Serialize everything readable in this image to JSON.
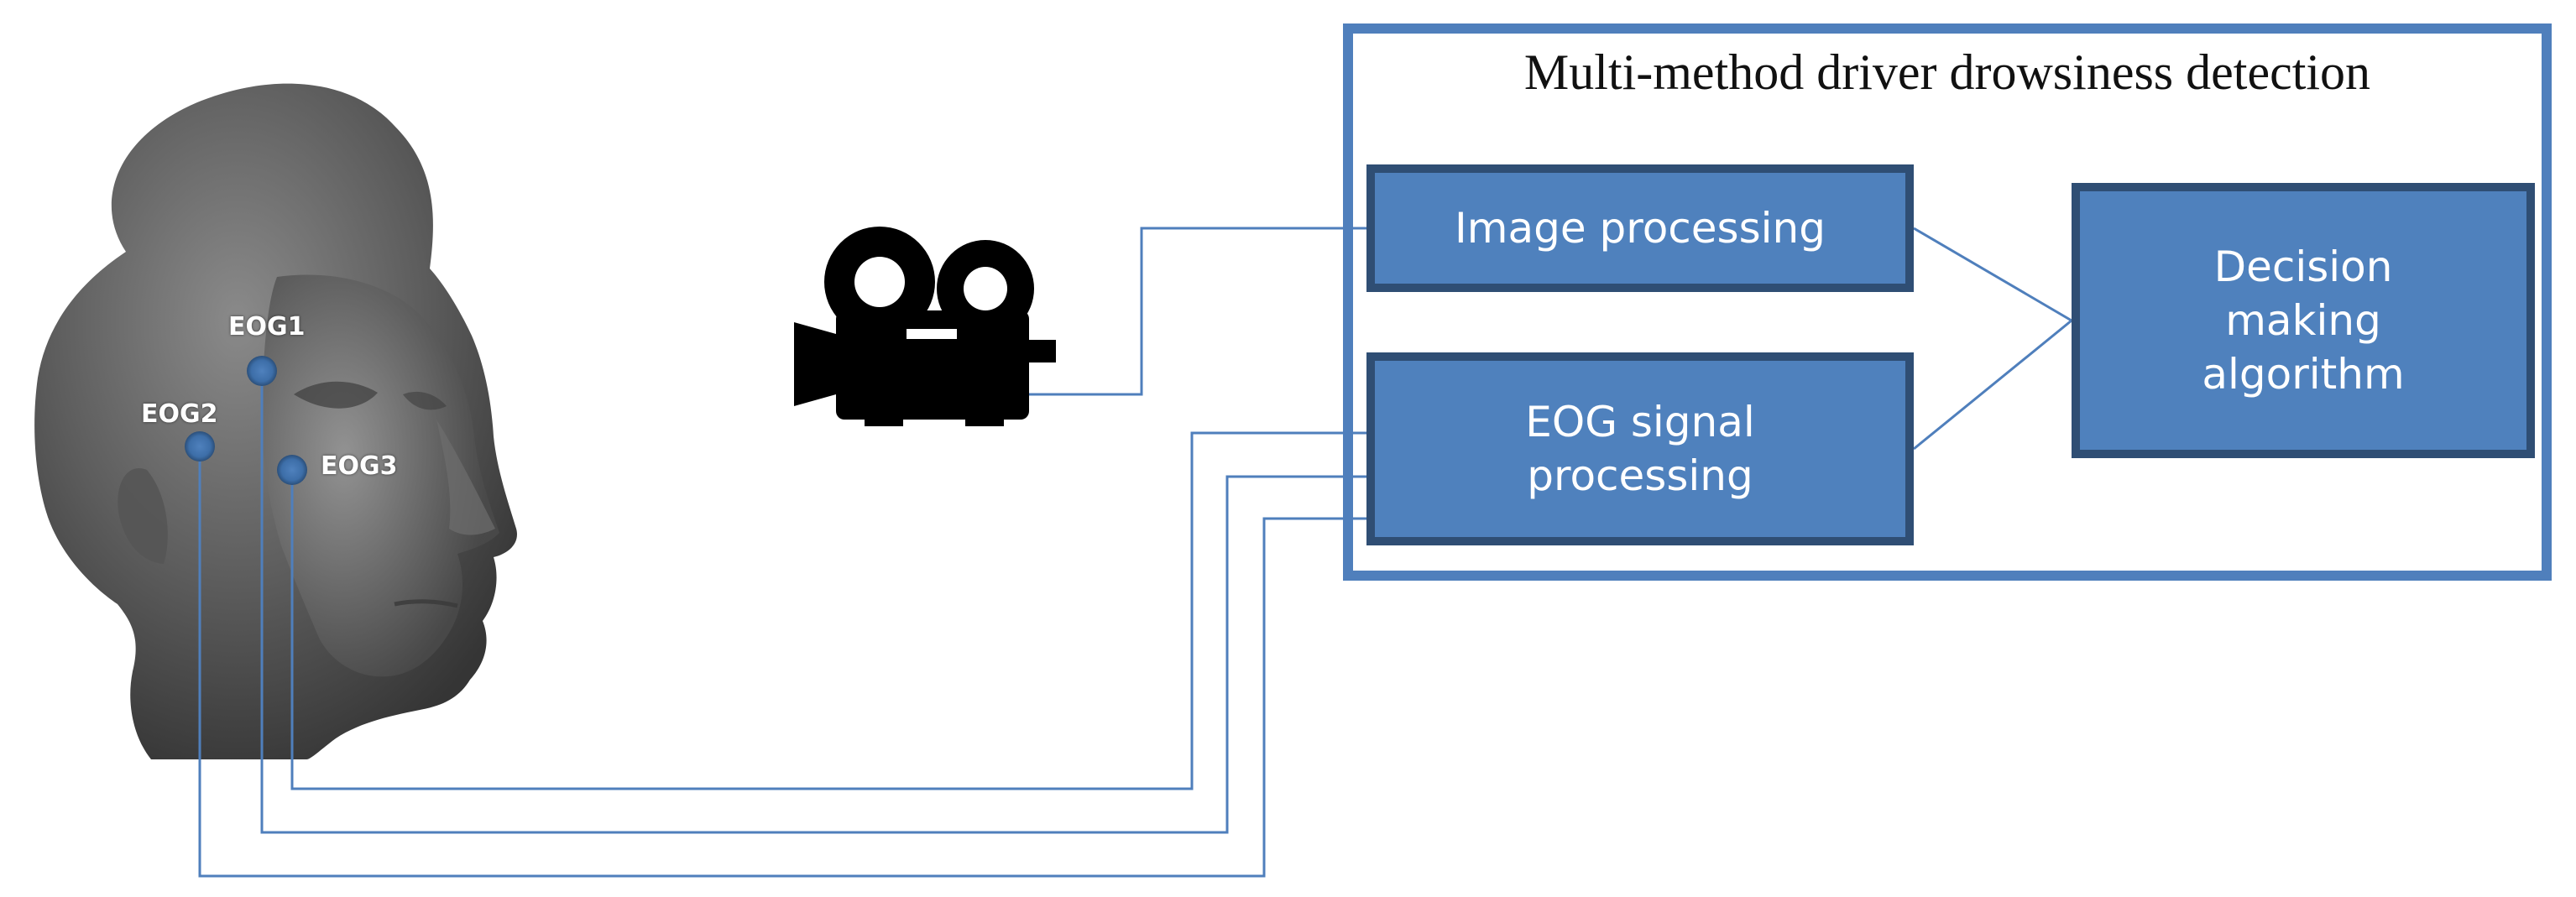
{
  "diagram": {
    "title": "Multi-method driver drowsiness detection",
    "blocks": {
      "image_processing": {
        "label": "Image processing"
      },
      "eog_processing": {
        "line1": "EOG signal",
        "line2": "processing"
      },
      "decision": {
        "line1": "Decision",
        "line2": "making",
        "line3": "algorithm"
      }
    },
    "electrodes": {
      "eog1": "EOG1",
      "eog2": "EOG2",
      "eog3": "EOG3"
    },
    "icons": {
      "head": "head-icon",
      "camera": "camera-icon"
    },
    "colors": {
      "block_fill": "#4f81bd",
      "block_border": "#2f4e74",
      "outer_border": "#4f7fbc",
      "connector": "#4f7fbc",
      "electrode_dot": "#4f81bd"
    }
  }
}
